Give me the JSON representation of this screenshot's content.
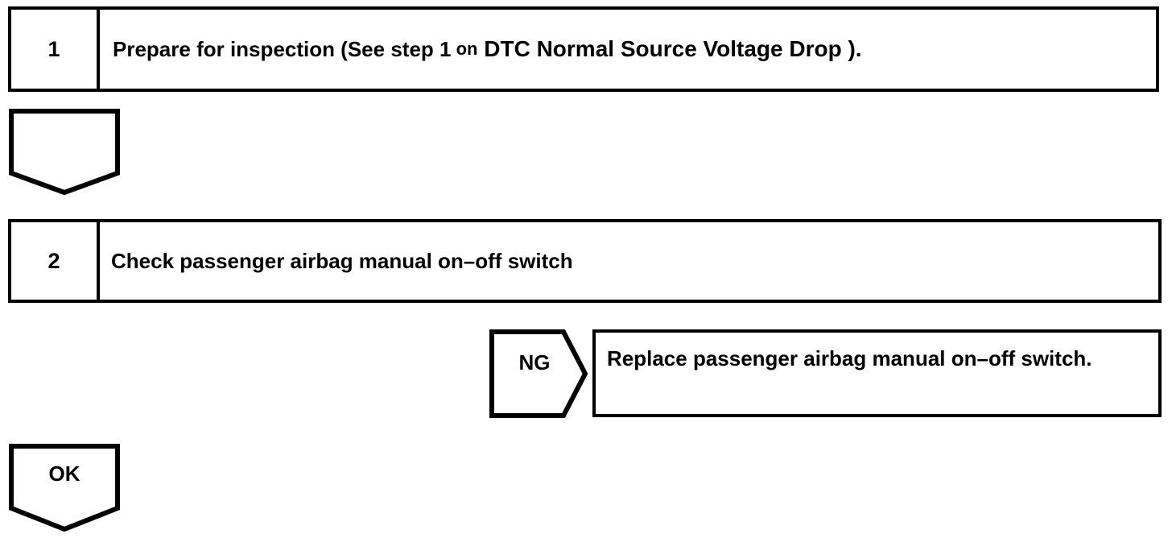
{
  "document": {
    "type": "inspection-flowchart",
    "colors": {
      "line": "#000000",
      "background": "#ffffff",
      "text": "#000000"
    }
  },
  "steps": [
    {
      "number": "1",
      "text_parts": {
        "lead": "Prepare for inspection (See step 1",
        "connector": "on",
        "reference": "DTC Normal Source Voltage Drop",
        "tail": ")."
      },
      "full_text": "Prepare for inspection (See step 1 on DTC Normal Source Voltage Drop )."
    },
    {
      "number": "2",
      "text": "Check passenger airbag manual on–off switch"
    }
  ],
  "connectors": [
    {
      "id": "arrow-after-step-1",
      "label": "",
      "direction": "down"
    },
    {
      "id": "arrow-ng",
      "label": "NG",
      "direction": "right"
    },
    {
      "id": "arrow-ok",
      "label": "OK",
      "direction": "down"
    }
  ],
  "results": [
    {
      "id": "ng-result",
      "text": "Replace passenger airbag manual on–off switch."
    }
  ]
}
